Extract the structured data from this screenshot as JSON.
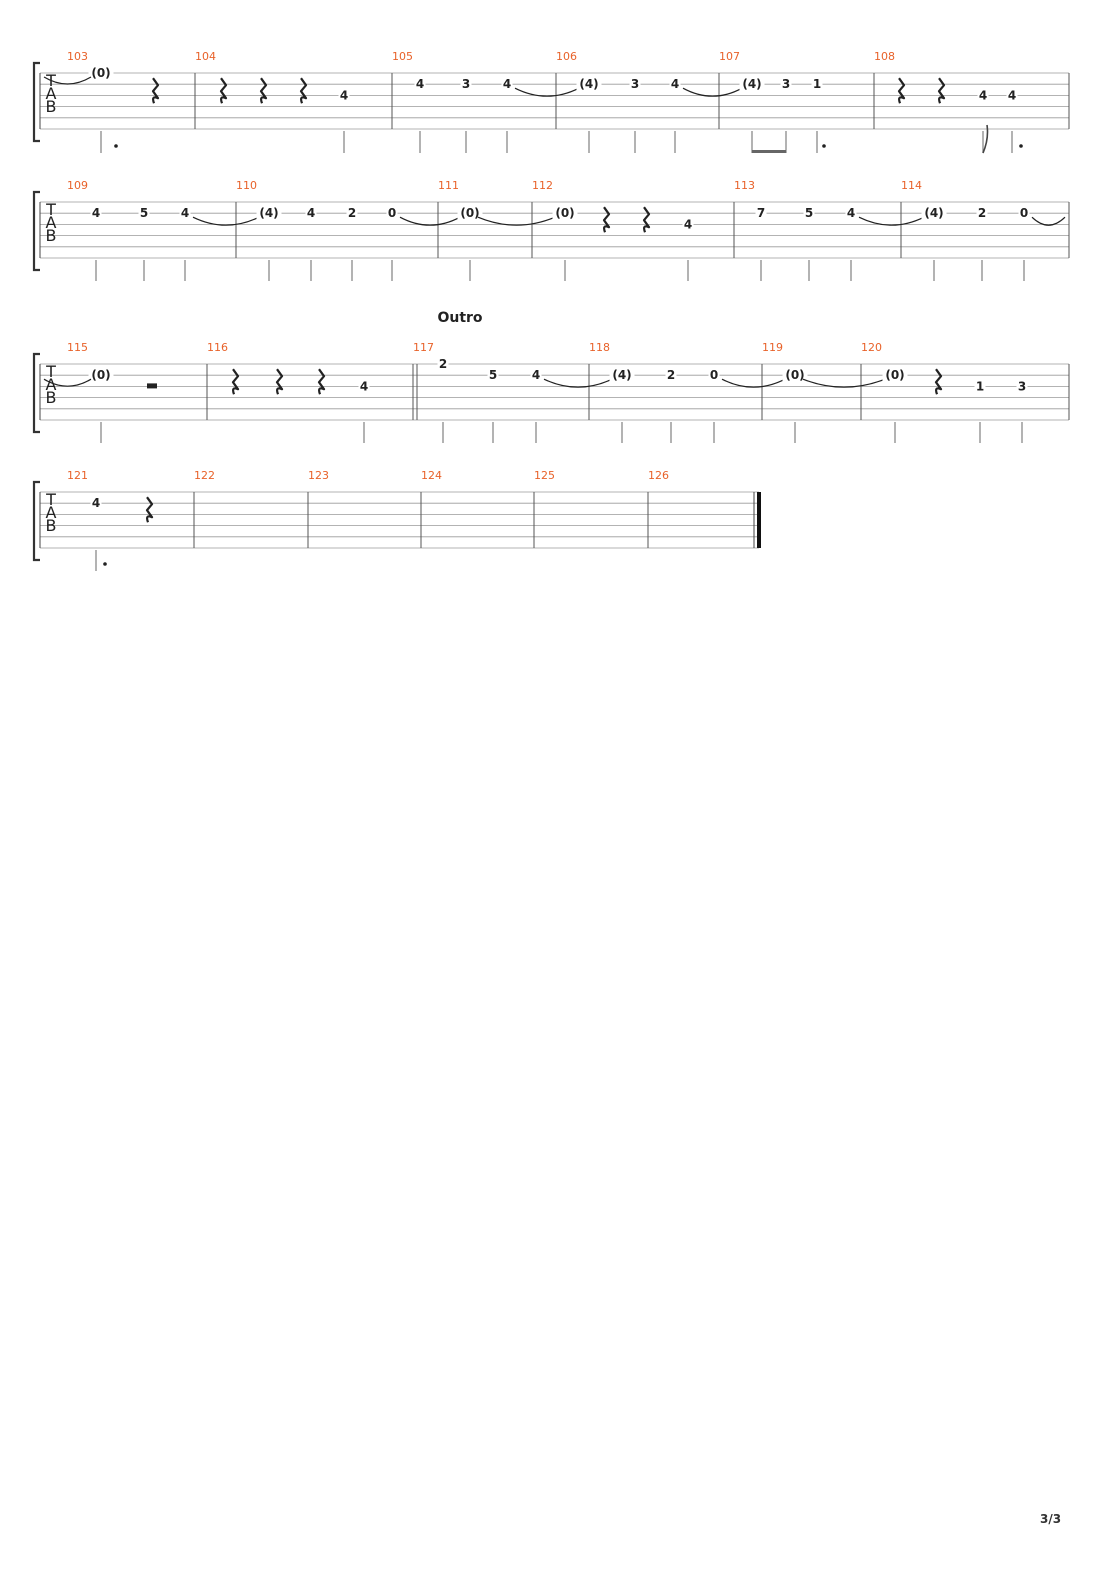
{
  "page_number": "3/3",
  "colors": {
    "measure_number": "#e8622a",
    "staff_line": "#9a9a9a",
    "note": "#222222",
    "stem": "#8a8a8a",
    "bracket": "#333333"
  },
  "tab_clef": [
    "T",
    "A",
    "B"
  ],
  "systems": [
    {
      "section_label": "",
      "measures": [
        {
          "number": "103",
          "notes": [
            {
              "fret": "(0)",
              "string": 1,
              "tie_in": true
            }
          ],
          "rests": [
            "quarter"
          ],
          "dot": true
        },
        {
          "number": "104",
          "notes": [
            {
              "fret": "4",
              "string": 3
            }
          ],
          "rests": [
            "quarter",
            "quarter",
            "quarter"
          ]
        },
        {
          "number": "105",
          "notes": [
            {
              "fret": "4",
              "string": 2
            },
            {
              "fret": "3",
              "string": 2
            },
            {
              "fret": "4",
              "string": 2,
              "tie_out": true
            }
          ]
        },
        {
          "number": "106",
          "notes": [
            {
              "fret": "(4)",
              "string": 2
            },
            {
              "fret": "3",
              "string": 2
            },
            {
              "fret": "4",
              "string": 2,
              "tie_out": true
            }
          ]
        },
        {
          "number": "107",
          "notes": [
            {
              "fret": "(4)",
              "string": 2
            },
            {
              "fret": "3",
              "string": 2
            },
            {
              "fret": "1",
              "string": 2
            }
          ],
          "beamed": true,
          "dot": true
        },
        {
          "number": "108",
          "notes": [
            {
              "fret": "4",
              "string": 3
            },
            {
              "fret": "4",
              "string": 3
            }
          ],
          "rests": [
            "quarter",
            "quarter"
          ],
          "flag": true,
          "dot": true
        }
      ]
    },
    {
      "section_label": "",
      "measures": [
        {
          "number": "109",
          "notes": [
            {
              "fret": "4",
              "string": 2
            },
            {
              "fret": "5",
              "string": 2
            },
            {
              "fret": "4",
              "string": 2,
              "tie_out": true
            }
          ]
        },
        {
          "number": "110",
          "notes": [
            {
              "fret": "(4)",
              "string": 2
            },
            {
              "fret": "4",
              "string": 2
            },
            {
              "fret": "2",
              "string": 2
            },
            {
              "fret": "0",
              "string": 2,
              "tie_out": true
            }
          ]
        },
        {
          "number": "111",
          "notes": [
            {
              "fret": "(0)",
              "string": 2,
              "tie_out": true
            }
          ]
        },
        {
          "number": "112",
          "notes": [
            {
              "fret": "(0)",
              "string": 2
            },
            {
              "fret": "4",
              "string": 3
            }
          ],
          "rests": [
            "quarter",
            "quarter"
          ]
        },
        {
          "number": "113",
          "notes": [
            {
              "fret": "7",
              "string": 2
            },
            {
              "fret": "5",
              "string": 2
            },
            {
              "fret": "4",
              "string": 2,
              "tie_out": true
            }
          ]
        },
        {
          "number": "114",
          "notes": [
            {
              "fret": "(4)",
              "string": 2
            },
            {
              "fret": "2",
              "string": 2
            },
            {
              "fret": "0",
              "string": 2,
              "tie_out": true
            }
          ]
        }
      ]
    },
    {
      "section_label": "Outro",
      "measures": [
        {
          "number": "115",
          "notes": [
            {
              "fret": "(0)",
              "string": 2,
              "tie_in": true
            }
          ],
          "rests": [
            "half"
          ]
        },
        {
          "number": "116",
          "notes": [
            {
              "fret": "4",
              "string": 3
            }
          ],
          "rests": [
            "quarter",
            "quarter",
            "quarter"
          ]
        },
        {
          "number": "117",
          "notes": [
            {
              "fret": "2",
              "string": 1
            },
            {
              "fret": "5",
              "string": 2
            },
            {
              "fret": "4",
              "string": 2,
              "tie_out": true
            }
          ]
        },
        {
          "number": "118",
          "notes": [
            {
              "fret": "(4)",
              "string": 2
            },
            {
              "fret": "2",
              "string": 2
            },
            {
              "fret": "0",
              "string": 2,
              "tie_out": true
            }
          ]
        },
        {
          "number": "119",
          "notes": [
            {
              "fret": "(0)",
              "string": 2,
              "tie_out": true
            }
          ]
        },
        {
          "number": "120",
          "notes": [
            {
              "fret": "(0)",
              "string": 2
            },
            {
              "fret": "1",
              "string": 3
            },
            {
              "fret": "3",
              "string": 3
            }
          ],
          "rests": [
            "quarter"
          ]
        }
      ]
    },
    {
      "section_label": "",
      "measures": [
        {
          "number": "121",
          "notes": [
            {
              "fret": "4",
              "string": 2
            }
          ],
          "rests": [
            "quarter"
          ],
          "dot": true
        },
        {
          "number": "122",
          "notes": []
        },
        {
          "number": "123",
          "notes": []
        },
        {
          "number": "124",
          "notes": []
        },
        {
          "number": "125",
          "notes": []
        },
        {
          "number": "126",
          "notes": []
        }
      ]
    }
  ]
}
